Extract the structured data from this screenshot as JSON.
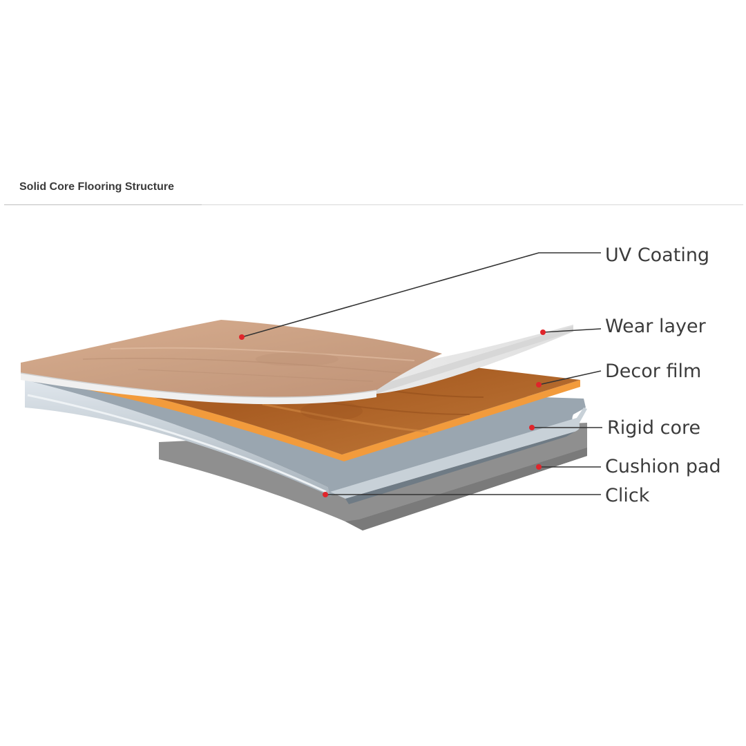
{
  "header": {
    "title": "Solid Core Flooring Structure"
  },
  "diagram": {
    "layers": [
      {
        "id": "uv-coating",
        "label": "UV Coating"
      },
      {
        "id": "wear-layer",
        "label": "Wear layer"
      },
      {
        "id": "decor-film",
        "label": "Decor film"
      },
      {
        "id": "rigid-core",
        "label": "Rigid core"
      },
      {
        "id": "cushion-pad",
        "label": "Cushion pad"
      },
      {
        "id": "click",
        "label": "Click"
      }
    ]
  }
}
